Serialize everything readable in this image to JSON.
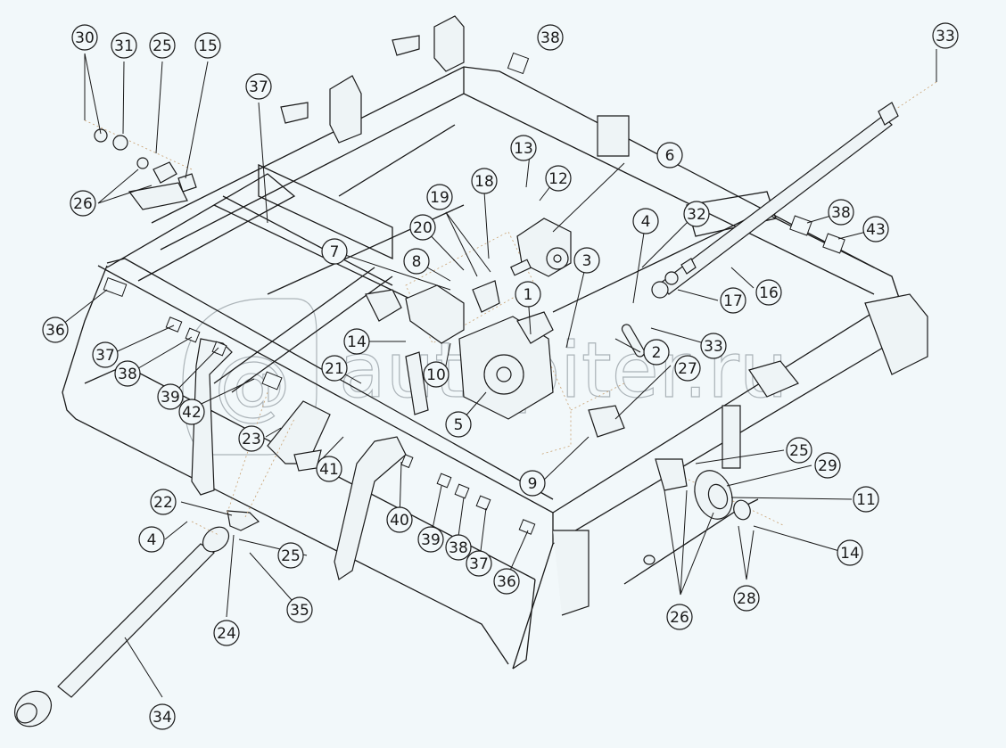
{
  "diagram": {
    "type": "exploded-parts-diagram",
    "subject": "mower deck frame with gearbox and drive shafts",
    "watermark": "autopiter.ru",
    "colors": {
      "background": "#f2f8fa",
      "linework": "#1a1a1a",
      "centerline": "#c8a070",
      "watermark": "#9aa2a8"
    },
    "callouts": [
      {
        "id": "c30",
        "label": "30"
      },
      {
        "id": "c31",
        "label": "31"
      },
      {
        "id": "c25a",
        "label": "25"
      },
      {
        "id": "c15",
        "label": "15"
      },
      {
        "id": "c26a",
        "label": "26"
      },
      {
        "id": "c37a",
        "label": "37"
      },
      {
        "id": "c38a",
        "label": "38"
      },
      {
        "id": "c33a",
        "label": "33"
      },
      {
        "id": "c13",
        "label": "13"
      },
      {
        "id": "c6",
        "label": "6"
      },
      {
        "id": "c12",
        "label": "12"
      },
      {
        "id": "c19",
        "label": "19"
      },
      {
        "id": "c18",
        "label": "18"
      },
      {
        "id": "c20",
        "label": "20"
      },
      {
        "id": "c7",
        "label": "7"
      },
      {
        "id": "c8",
        "label": "8"
      },
      {
        "id": "c3",
        "label": "3"
      },
      {
        "id": "c1",
        "label": "1"
      },
      {
        "id": "c4a",
        "label": "4"
      },
      {
        "id": "c32",
        "label": "32"
      },
      {
        "id": "c38b",
        "label": "38"
      },
      {
        "id": "c43",
        "label": "43"
      },
      {
        "id": "c17",
        "label": "17"
      },
      {
        "id": "c16",
        "label": "16"
      },
      {
        "id": "c36a",
        "label": "36"
      },
      {
        "id": "c37b",
        "label": "37"
      },
      {
        "id": "c38c",
        "label": "38"
      },
      {
        "id": "c14a",
        "label": "14"
      },
      {
        "id": "c2",
        "label": "2"
      },
      {
        "id": "c33b",
        "label": "33"
      },
      {
        "id": "c39a",
        "label": "39"
      },
      {
        "id": "c21",
        "label": "21"
      },
      {
        "id": "c10",
        "label": "10"
      },
      {
        "id": "c27",
        "label": "27"
      },
      {
        "id": "c42",
        "label": "42"
      },
      {
        "id": "c5",
        "label": "5"
      },
      {
        "id": "c23",
        "label": "23"
      },
      {
        "id": "c41",
        "label": "41"
      },
      {
        "id": "c9",
        "label": "9"
      },
      {
        "id": "c25b",
        "label": "25"
      },
      {
        "id": "c29",
        "label": "29"
      },
      {
        "id": "c22",
        "label": "22"
      },
      {
        "id": "c11",
        "label": "11"
      },
      {
        "id": "c4b",
        "label": "4"
      },
      {
        "id": "c40",
        "label": "40"
      },
      {
        "id": "c39b",
        "label": "39"
      },
      {
        "id": "c38d",
        "label": "38"
      },
      {
        "id": "c37c",
        "label": "37"
      },
      {
        "id": "c36b",
        "label": "36"
      },
      {
        "id": "c25c",
        "label": "25"
      },
      {
        "id": "c14b",
        "label": "14"
      },
      {
        "id": "c35",
        "label": "35"
      },
      {
        "id": "c26b",
        "label": "26"
      },
      {
        "id": "c28",
        "label": "28"
      },
      {
        "id": "c24",
        "label": "24"
      },
      {
        "id": "c34",
        "label": "34"
      }
    ]
  }
}
